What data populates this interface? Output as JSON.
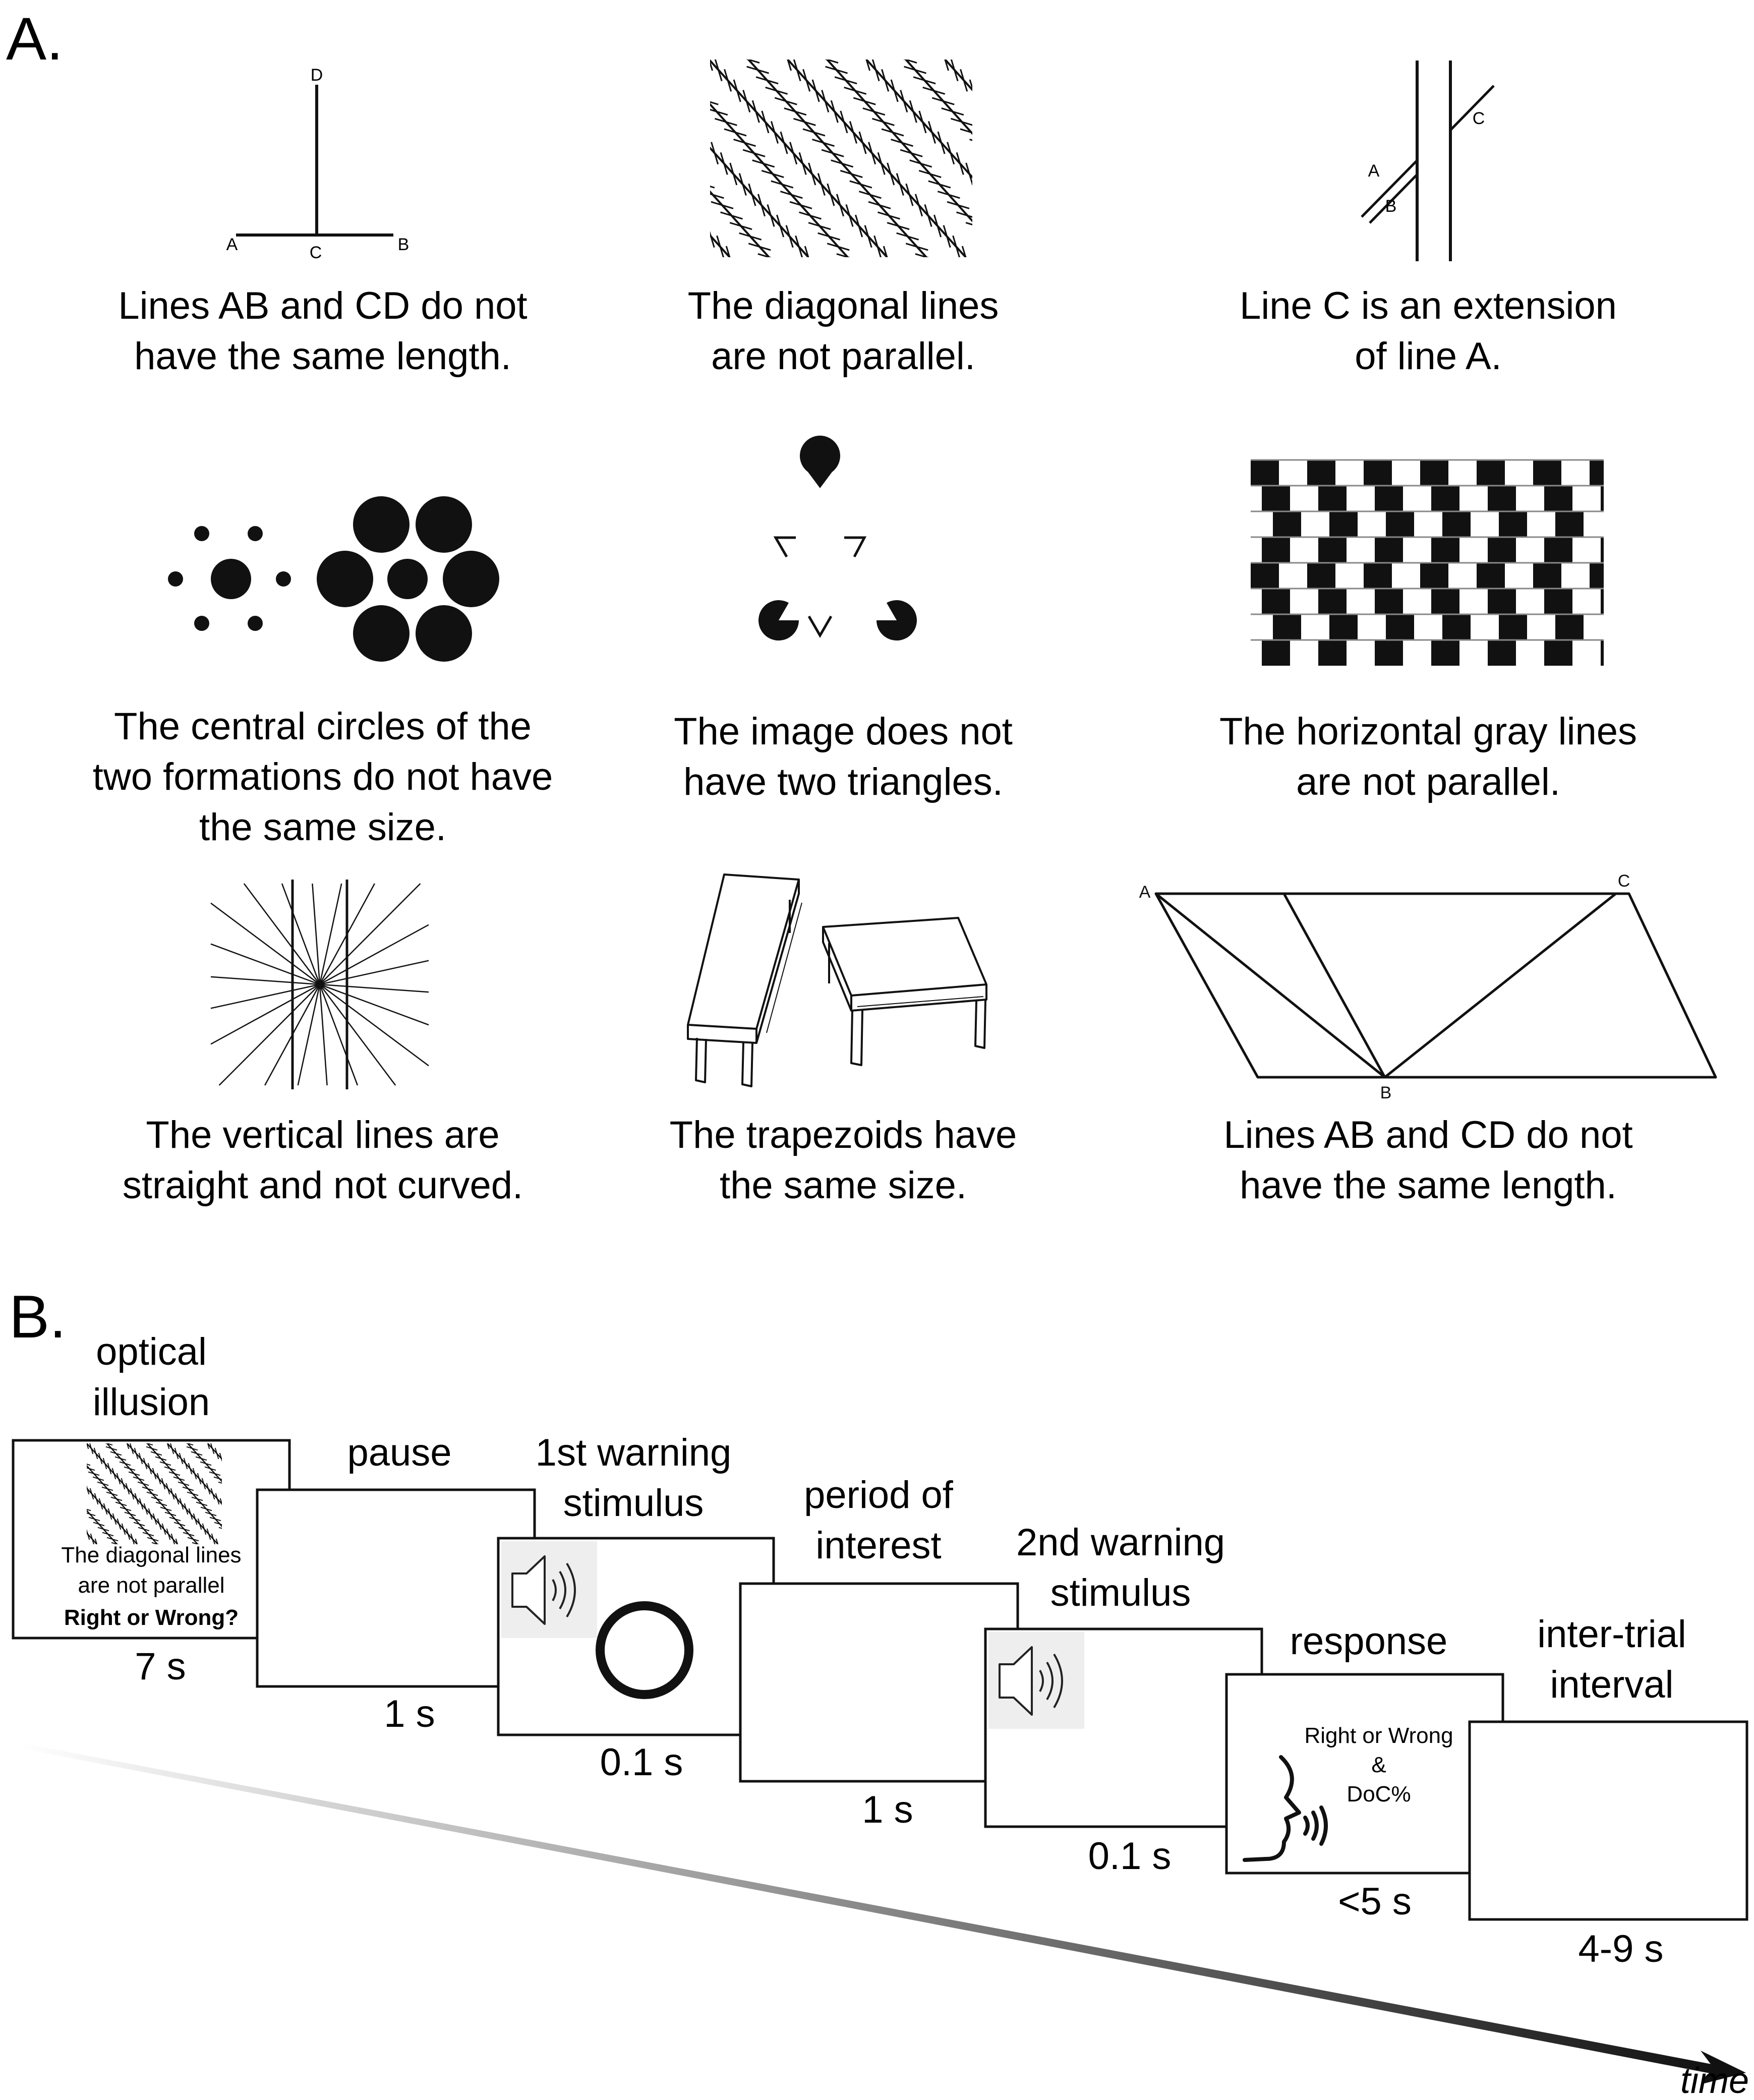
{
  "panel_a": {
    "label": "A.",
    "illusions": [
      {
        "caption": [
          "Lines AB and CD do not",
          "have the same length."
        ],
        "icon": "t-illusion",
        "letters": [
          "D",
          "A",
          "C",
          "B"
        ]
      },
      {
        "caption": [
          "The diagonal lines",
          "are not parallel."
        ],
        "icon": "zollner-illusion"
      },
      {
        "caption": [
          "Line C is an extension",
          "of line A."
        ],
        "icon": "poggendorff-illusion",
        "letters": [
          "A",
          "B",
          "C"
        ]
      },
      {
        "caption": [
          "The central circles of the",
          "two formations do not have",
          "the same size."
        ],
        "icon": "ebbinghaus-illusion"
      },
      {
        "caption": [
          "The image does not",
          "have two triangles."
        ],
        "icon": "kanizsa-triangle"
      },
      {
        "caption": [
          "The horizontal gray lines",
          "are not parallel."
        ],
        "icon": "cafe-wall-illusion"
      },
      {
        "caption": [
          "The vertical lines are",
          "straight and not curved."
        ],
        "icon": "hering-illusion"
      },
      {
        "caption": [
          "The trapezoids have",
          "the same size."
        ],
        "icon": "shepard-tables"
      },
      {
        "caption": [
          "Lines AB and CD do not",
          "have the same length."
        ],
        "icon": "sander-parallelogram",
        "letters": [
          "A",
          "C",
          "B"
        ]
      }
    ]
  },
  "panel_b": {
    "label": "B.",
    "time_label": "time",
    "stages": [
      {
        "title": [
          "optical",
          "illusion"
        ],
        "duration": "7 s",
        "content": {
          "line1": "The diagonal lines",
          "line2": "are not parallel",
          "line3": "Right or Wrong?"
        }
      },
      {
        "title": [
          "pause"
        ],
        "duration": "1 s"
      },
      {
        "title": [
          "1st warning",
          "stimulus"
        ],
        "duration": "0.1 s",
        "icons": [
          "speaker-icon",
          "circle-icon"
        ]
      },
      {
        "title": [
          "period of",
          "interest"
        ],
        "duration": "1 s"
      },
      {
        "title": [
          "2nd warning",
          "stimulus"
        ],
        "duration": "0.1 s",
        "icons": [
          "speaker-icon"
        ]
      },
      {
        "title": [
          "response"
        ],
        "duration": "<5 s",
        "content": {
          "line1": "Right or Wrong",
          "line2": "&",
          "line3": "DoC%"
        },
        "icons": [
          "speaking-head-icon"
        ]
      },
      {
        "title": [
          "inter-trial",
          "interval"
        ],
        "duration": "4-9 s"
      }
    ]
  }
}
